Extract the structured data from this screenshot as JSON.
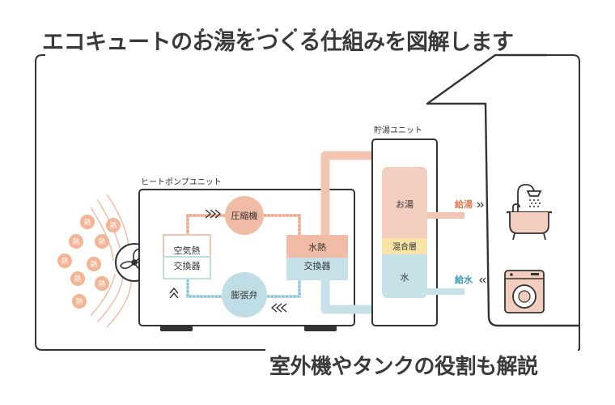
{
  "title": "エコキュートのお湯をつくる仕組みを図解します",
  "subtitle": "室外機やタンクの役割も解説",
  "units": {
    "heat_pump": "ヒートポンプユニット",
    "storage": "貯湯ユニット"
  },
  "components": {
    "compressor": "圧縮機",
    "expansion_valve": "膨張弁",
    "air_exchanger_line1": "空気熱",
    "air_exchanger_line2": "交換器",
    "water_exchanger_line1": "水熱",
    "water_exchanger_line2": "交換器"
  },
  "tank": {
    "hot": "お湯",
    "mixed": "混合層",
    "water": "水"
  },
  "flows": {
    "hot_supply": "給湯",
    "water_supply": "給水"
  },
  "heat_glyph": "熱",
  "colors": {
    "hot_pipe": "#f0c6b3",
    "cold_pipe": "#bfdde3",
    "hot_fill": "#f3cdbd",
    "mixed_fill": "#f9e3a6",
    "cold_fill": "#c6e2e8",
    "orange_accent": "#e07a4f",
    "teal_accent": "#3b9bab",
    "outline": "#333333"
  }
}
